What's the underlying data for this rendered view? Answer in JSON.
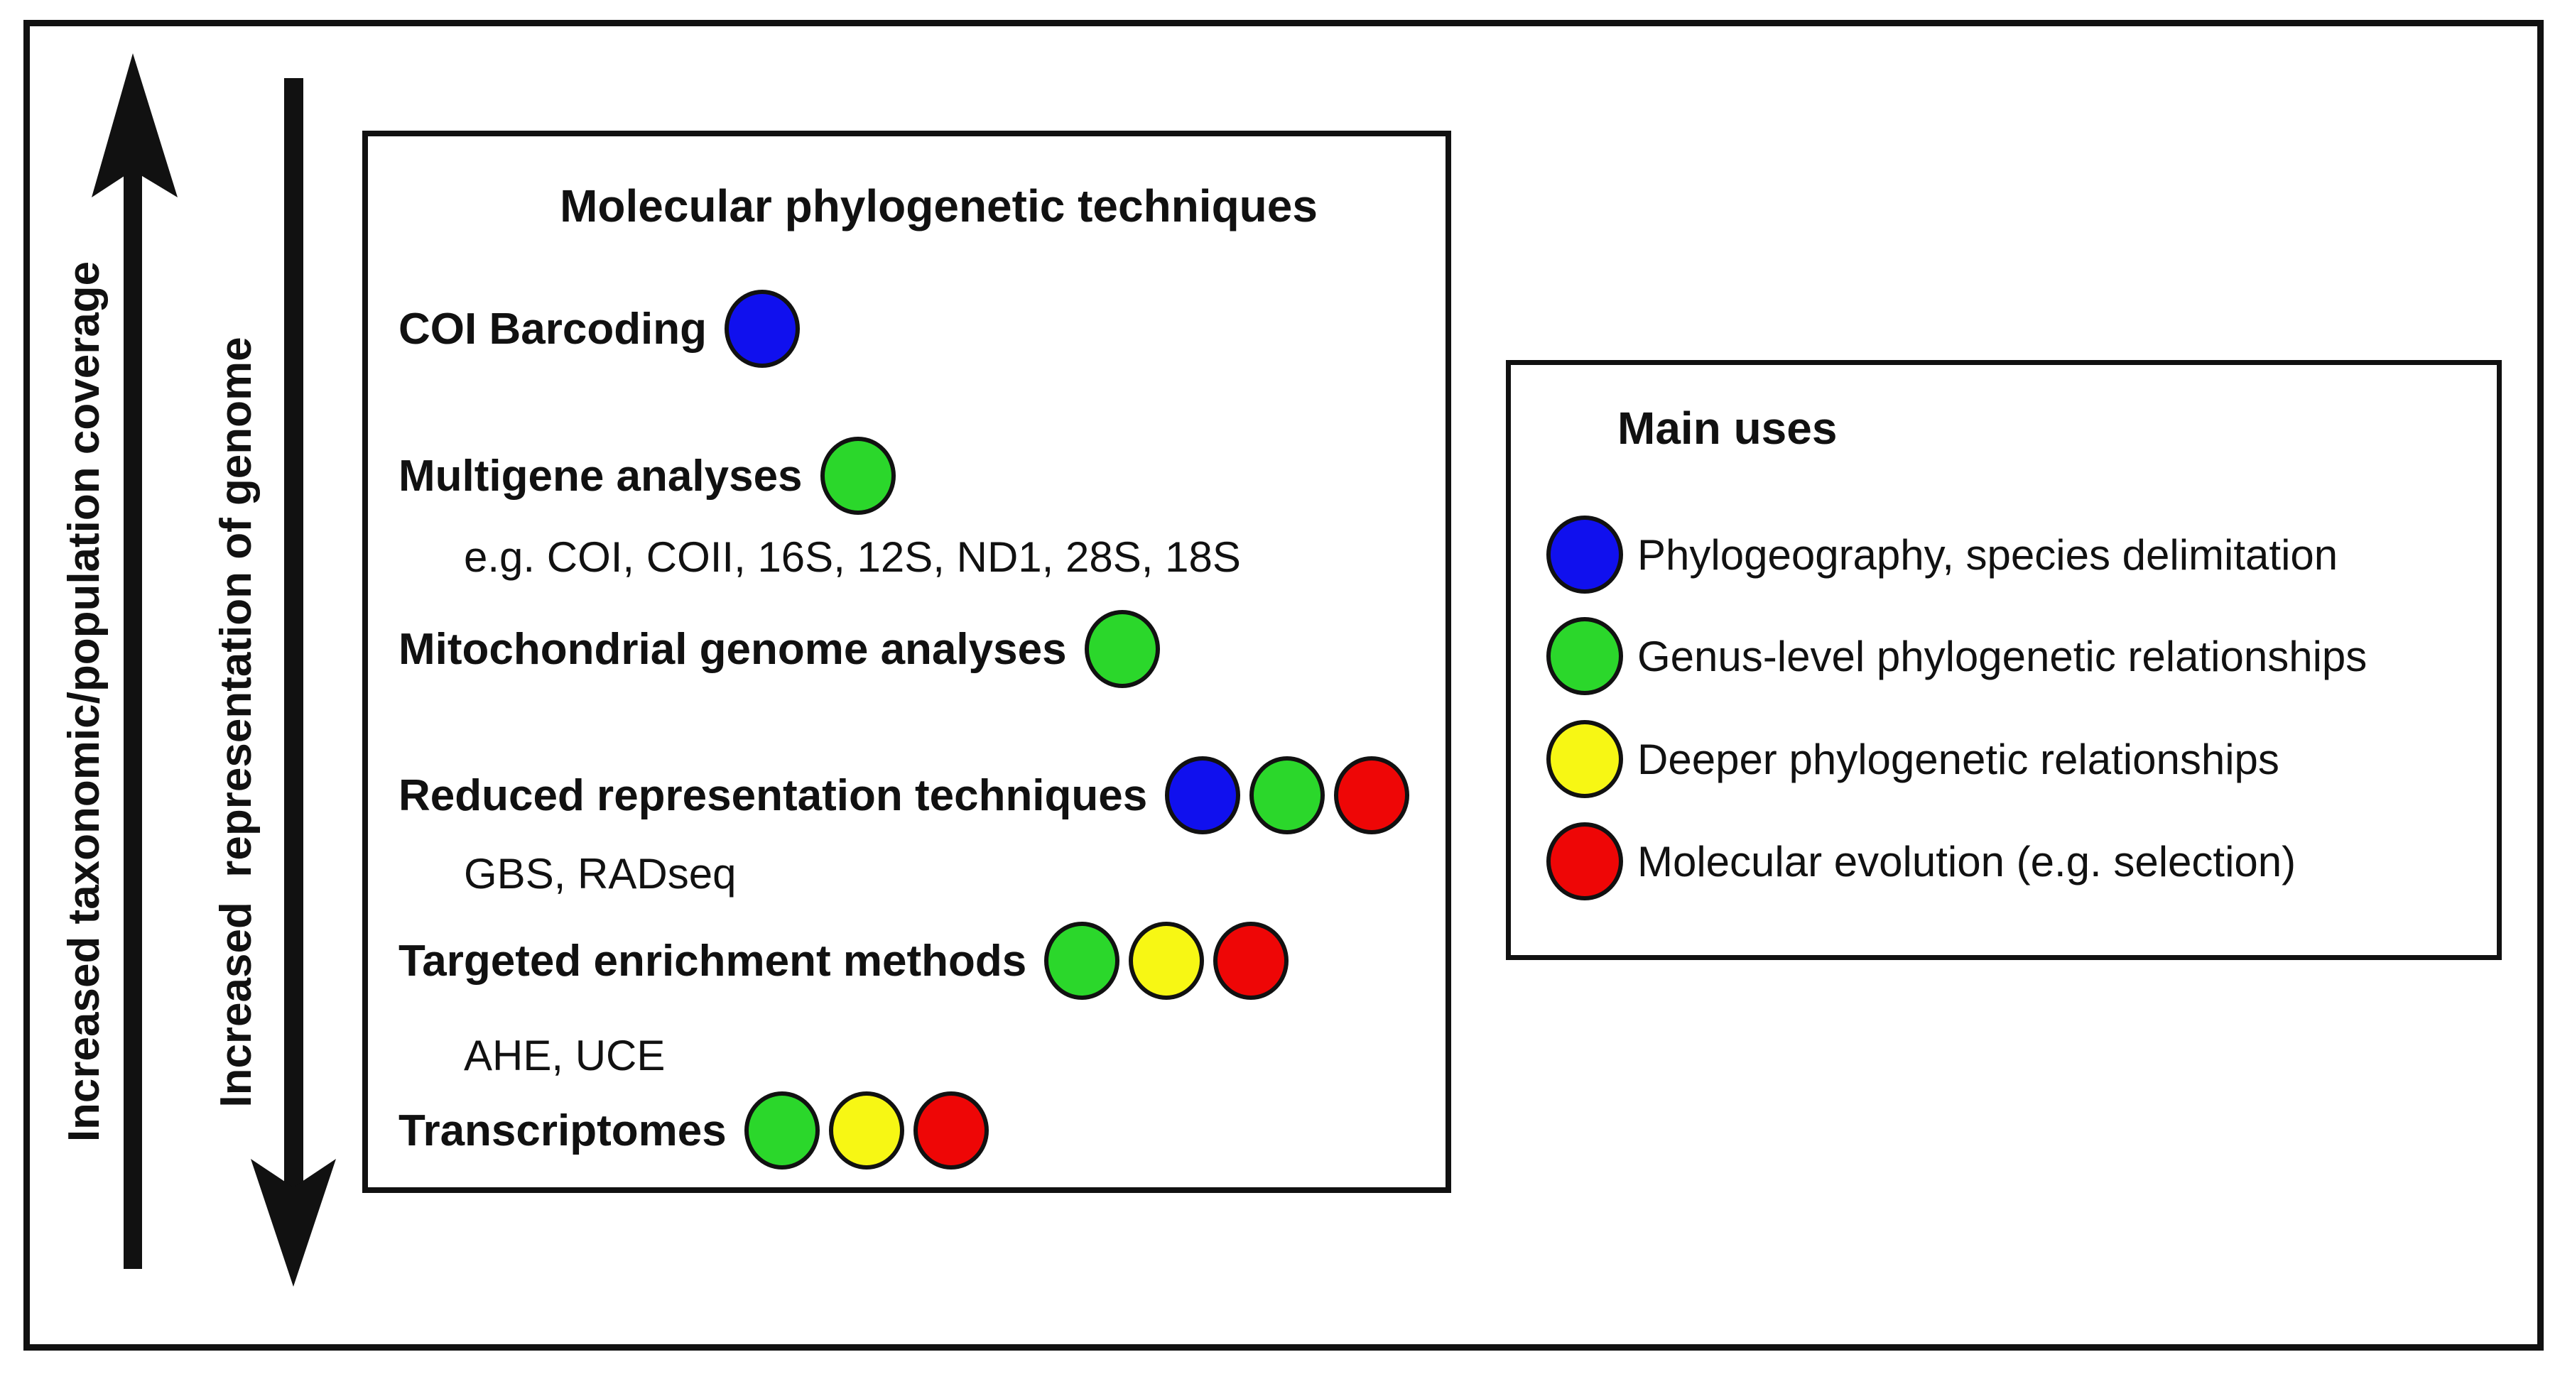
{
  "diagram": {
    "axes": {
      "coverage_arrow": {
        "label": "Increased taxonomic/population coverage",
        "direction": "up"
      },
      "genome_arrow": {
        "label": "Increased  representation of genome",
        "direction": "down"
      }
    },
    "techniques_panel": {
      "title": "Molecular phylogenetic techniques",
      "rows": [
        {
          "label": "COI Barcoding",
          "uses": [
            "blue"
          ]
        },
        {
          "label": "Multigene analyses",
          "uses": [
            "green"
          ],
          "examples": "e.g. COI, COII, 16S, 12S, ND1, 28S, 18S"
        },
        {
          "label": "Mitochondrial genome analyses",
          "uses": [
            "green"
          ]
        },
        {
          "label": "Reduced representation techniques",
          "uses": [
            "blue",
            "green",
            "red"
          ],
          "examples": "GBS, RADseq"
        },
        {
          "label": "Targeted enrichment methods",
          "uses": [
            "green",
            "yellow",
            "red"
          ],
          "examples": "AHE, UCE"
        },
        {
          "label": "Transcriptomes",
          "uses": [
            "green",
            "yellow",
            "red"
          ]
        }
      ]
    },
    "legend": {
      "title": "Main uses",
      "items": [
        {
          "color_name": "blue",
          "label": "Phylogeography, species delimitation"
        },
        {
          "color_name": "green",
          "label": "Genus-level phylogenetic relationships"
        },
        {
          "color_name": "yellow",
          "label": "Deeper phylogenetic relationships"
        },
        {
          "color_name": "red",
          "label": "Molecular evolution (e.g. selection)"
        }
      ]
    },
    "colors": {
      "blue": "#1010ee",
      "green": "#2bd72b",
      "yellow": "#f7f714",
      "red": "#ee0606",
      "ink": "#111111"
    }
  }
}
